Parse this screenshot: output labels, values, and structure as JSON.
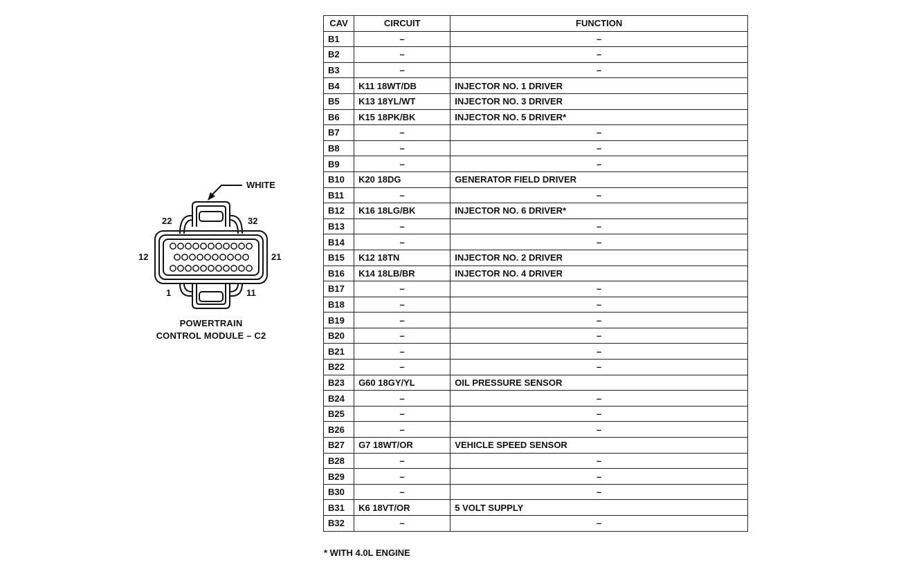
{
  "connector": {
    "color_label": "WHITE",
    "pins": {
      "top_left": "22",
      "top_right": "32",
      "mid_left": "12",
      "mid_right": "21",
      "bottom_left": "1",
      "bottom_right": "11"
    },
    "title_line1": "POWERTRAIN",
    "title_line2": "CONTROL MODULE – C2"
  },
  "table": {
    "headers": {
      "cav": "CAV",
      "circuit": "CIRCUIT",
      "function": "FUNCTION"
    },
    "rows": [
      {
        "cav": "B1",
        "circuit": "–",
        "function": "–"
      },
      {
        "cav": "B2",
        "circuit": "–",
        "function": "–"
      },
      {
        "cav": "B3",
        "circuit": "–",
        "function": "–"
      },
      {
        "cav": "B4",
        "circuit": "K11 18WT/DB",
        "function": "INJECTOR NO. 1 DRIVER"
      },
      {
        "cav": "B5",
        "circuit": "K13 18YL/WT",
        "function": "INJECTOR NO. 3 DRIVER"
      },
      {
        "cav": "B6",
        "circuit": "K15 18PK/BK",
        "function": "INJECTOR NO. 5 DRIVER*"
      },
      {
        "cav": "B7",
        "circuit": "–",
        "function": "–"
      },
      {
        "cav": "B8",
        "circuit": "–",
        "function": "–"
      },
      {
        "cav": "B9",
        "circuit": "–",
        "function": "–"
      },
      {
        "cav": "B10",
        "circuit": "K20 18DG",
        "function": "GENERATOR FIELD DRIVER"
      },
      {
        "cav": "B11",
        "circuit": "–",
        "function": "–"
      },
      {
        "cav": "B12",
        "circuit": "K16 18LG/BK",
        "function": "INJECTOR NO. 6 DRIVER*"
      },
      {
        "cav": "B13",
        "circuit": "–",
        "function": "–"
      },
      {
        "cav": "B14",
        "circuit": "–",
        "function": "–"
      },
      {
        "cav": "B15",
        "circuit": "K12 18TN",
        "function": "INJECTOR NO. 2 DRIVER"
      },
      {
        "cav": "B16",
        "circuit": "K14 18LB/BR",
        "function": "INJECTOR NO. 4 DRIVER"
      },
      {
        "cav": "B17",
        "circuit": "–",
        "function": "–"
      },
      {
        "cav": "B18",
        "circuit": "–",
        "function": "–"
      },
      {
        "cav": "B19",
        "circuit": "–",
        "function": "–"
      },
      {
        "cav": "B20",
        "circuit": "–",
        "function": "–"
      },
      {
        "cav": "B21",
        "circuit": "–",
        "function": "–"
      },
      {
        "cav": "B22",
        "circuit": "–",
        "function": "–"
      },
      {
        "cav": "B23",
        "circuit": "G60 18GY/YL",
        "function": "OIL PRESSURE SENSOR"
      },
      {
        "cav": "B24",
        "circuit": "–",
        "function": "–"
      },
      {
        "cav": "B25",
        "circuit": "–",
        "function": "–"
      },
      {
        "cav": "B26",
        "circuit": "–",
        "function": "–"
      },
      {
        "cav": "B27",
        "circuit": "G7 18WT/OR",
        "function": "VEHICLE SPEED SENSOR"
      },
      {
        "cav": "B28",
        "circuit": "–",
        "function": "–"
      },
      {
        "cav": "B29",
        "circuit": "–",
        "function": "–"
      },
      {
        "cav": "B30",
        "circuit": "–",
        "function": "–"
      },
      {
        "cav": "B31",
        "circuit": "K6 18VT/OR",
        "function": "5 VOLT SUPPLY"
      },
      {
        "cav": "B32",
        "circuit": "–",
        "function": "–"
      }
    ]
  },
  "footnote": "* WITH 4.0L ENGINE"
}
